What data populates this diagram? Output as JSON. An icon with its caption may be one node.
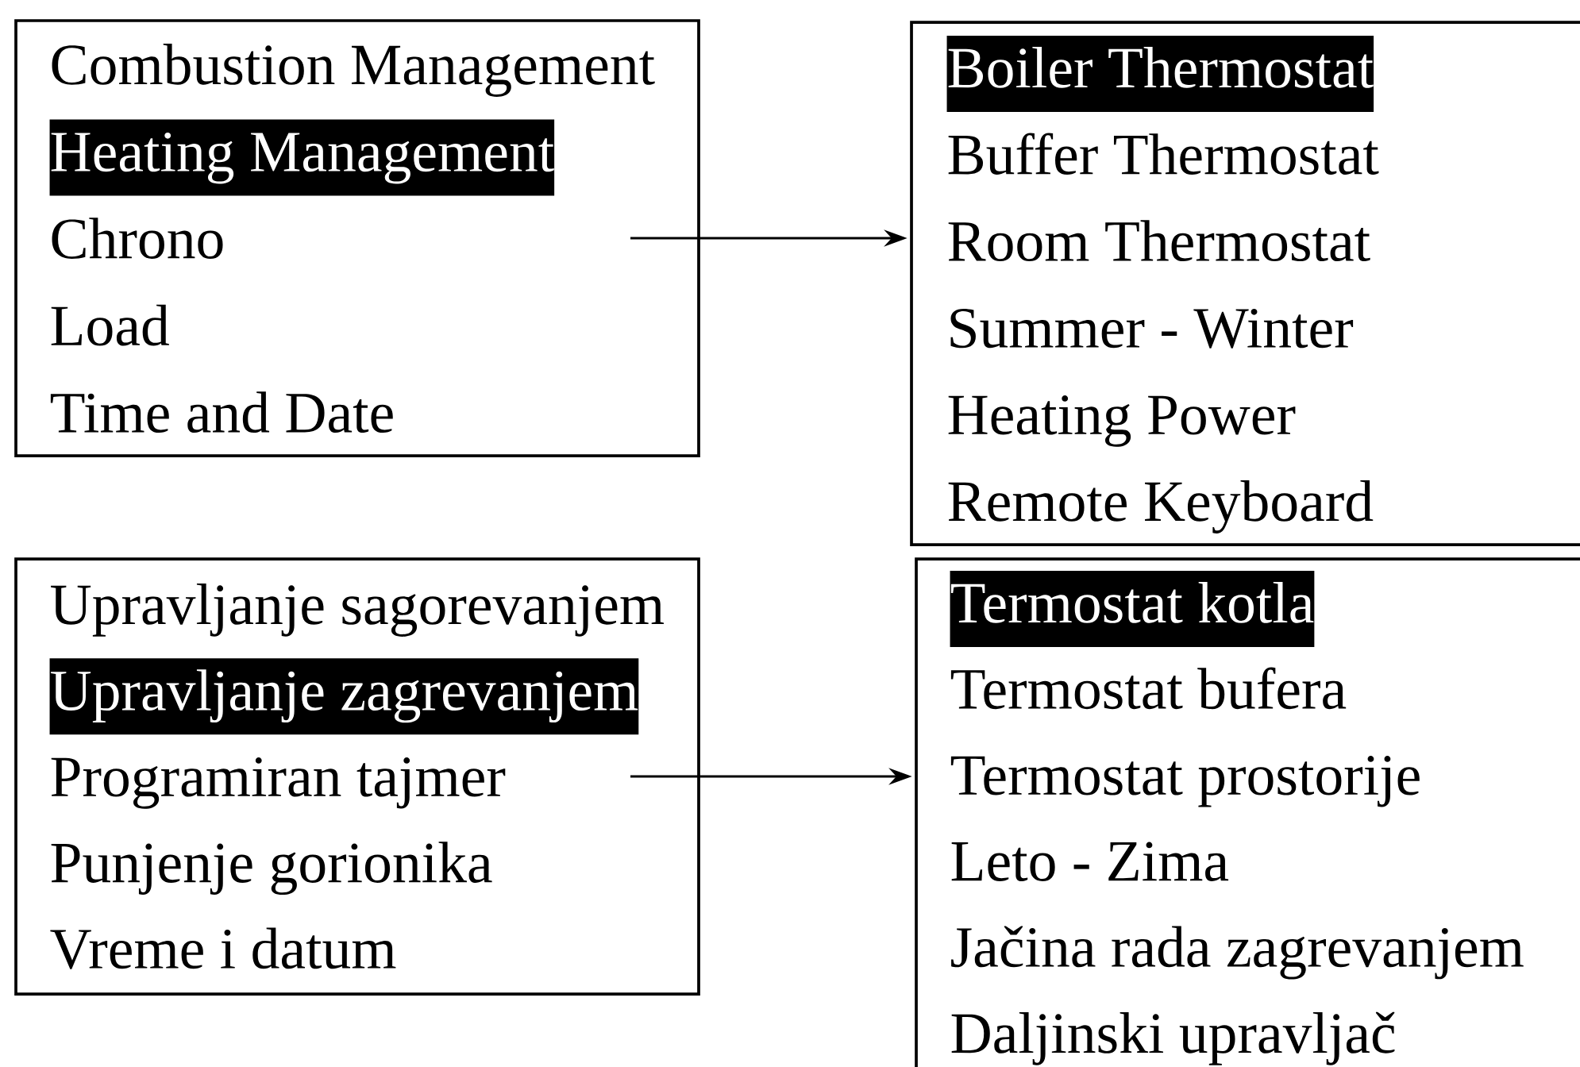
{
  "diagram": {
    "nodes": [
      {
        "text": [
          "Combustion Management",
          "Heating Management",
          "Chrono",
          "Load",
          "Time and Date"
        ]
      },
      {
        "text": [
          "Boiler Thermostat",
          "Buffer Thermostat",
          "Room Thermostat",
          "Summer - Winter",
          "Heating Power",
          "Remote Keyboard"
        ]
      },
      {
        "text": [
          "Upravljanje sagorevanjem",
          "Upravljanje zagrevanjem",
          "Programiran tajmer",
          "Punjenje gorionika",
          "Vreme i datum"
        ]
      },
      {
        "text": [
          "Termostat kotla",
          "Termostat bufera",
          "Termostat prostorije",
          "Leto - Zima",
          "Jačina rada zagrevanjem",
          "Daljinski upravljač"
        ]
      }
    ],
    "edges": [
      {
        "from": 0,
        "to": 1,
        "arrow": "to"
      },
      {
        "from": 2,
        "to": 3,
        "arrow": "to"
      }
    ]
  }
}
